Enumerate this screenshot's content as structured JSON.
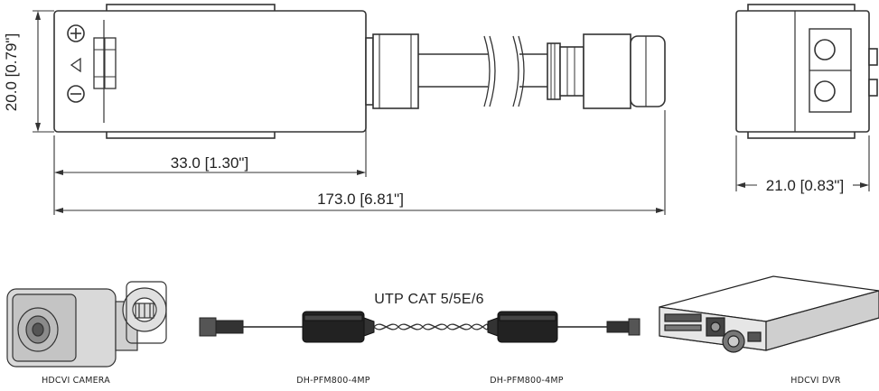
{
  "dimensions": {
    "height": "20.0 [0.79\"]",
    "body_length": "33.0 [1.30\"]",
    "total_length": "173.0 [6.81\"]",
    "depth": "21.0 [0.83\"]"
  },
  "connection": {
    "cable": "UTP CAT 5/5E/6",
    "camera": "HDCVI  CAMERA",
    "balun_left": "DH-PFM800-4MP",
    "balun_right": "DH-PFM800-4MP",
    "dvr": "HDCVI  DVR"
  }
}
